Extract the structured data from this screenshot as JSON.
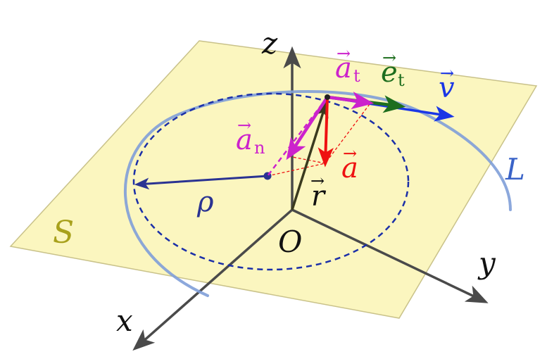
{
  "labels": {
    "plane": "S",
    "curve": "L",
    "origin": "O",
    "axis_x": "x",
    "axis_y": "y",
    "axis_z": "z",
    "radius": "ρ",
    "vec_r": "r",
    "vec_a": "a",
    "vec_an": "a",
    "vec_an_sub": "n",
    "vec_at": "a",
    "vec_at_sub": "t",
    "vec_et": "e",
    "vec_et_sub": "t",
    "vec_v": "v",
    "arrow_glyph": "→"
  },
  "colors": {
    "plane_fill": "#fbf6bf",
    "plane_stroke": "#c9c28a",
    "plane_label": "#a8a11c",
    "curve": "#7f9ed8",
    "curve_label": "#3a63c8",
    "circle": "#1b2fa8",
    "axes": "#4a4a4a",
    "radius": "#2a3392",
    "r_vector": "#3a3a1e",
    "a_vector": "#ee1111",
    "an_vector": "#cc22cc",
    "at_vector": "#cc22cc",
    "et_vector": "#1e6e1e",
    "v_vector": "#1a36e6",
    "projection": "#ee1111"
  }
}
